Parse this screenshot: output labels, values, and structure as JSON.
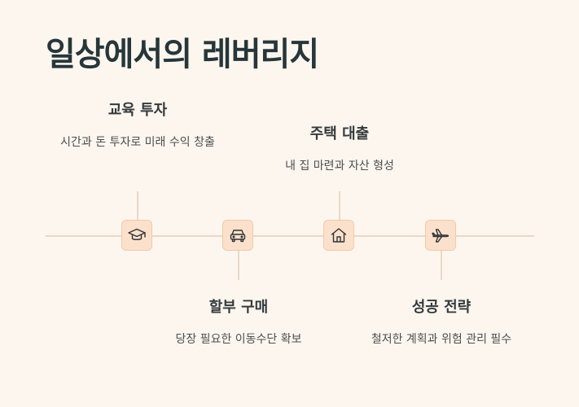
{
  "title": "일상에서의 레버리지",
  "items": [
    {
      "heading": "교육 투자",
      "description": "시간과 돈 투자로 미래 수익 창출",
      "icon": "graduation-cap-icon"
    },
    {
      "heading": "할부 구매",
      "description": "당장 필요한 이동수단 확보",
      "icon": "car-icon"
    },
    {
      "heading": "주택 대출",
      "description": "내 집 마련과 자산 형성",
      "icon": "house-icon"
    },
    {
      "heading": "성공 전략",
      "description": "철저한 계획과 위험 관리 필수",
      "icon": "airplane-icon"
    }
  ]
}
